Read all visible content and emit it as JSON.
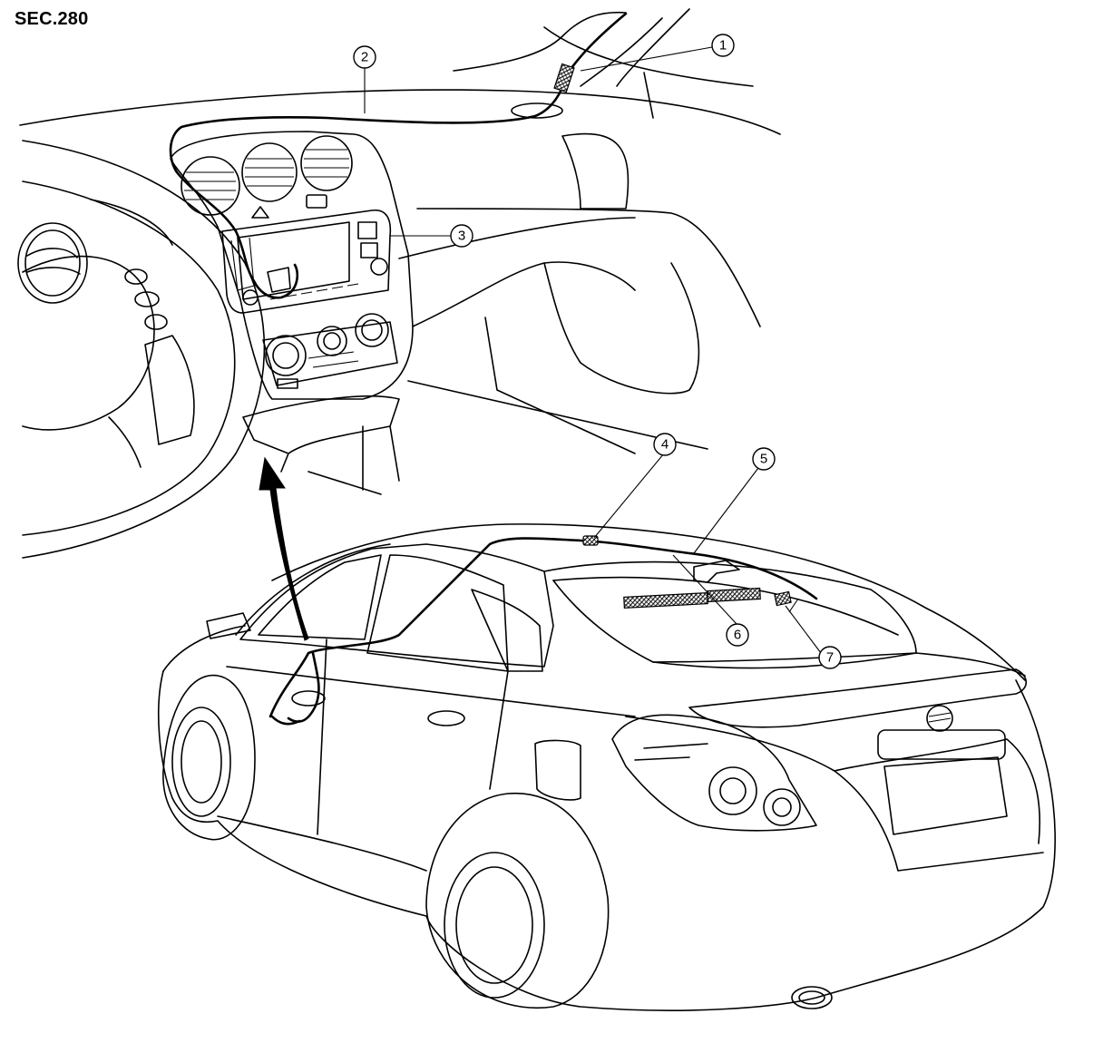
{
  "section_label": "SEC.280",
  "callouts": [
    {
      "id": "callout-1",
      "label": "1"
    },
    {
      "id": "callout-2",
      "label": "2"
    },
    {
      "id": "callout-3",
      "label": "3"
    },
    {
      "id": "callout-4",
      "label": "4"
    },
    {
      "id": "callout-5",
      "label": "5"
    },
    {
      "id": "callout-6",
      "label": "6"
    },
    {
      "id": "callout-7",
      "label": "7"
    }
  ]
}
